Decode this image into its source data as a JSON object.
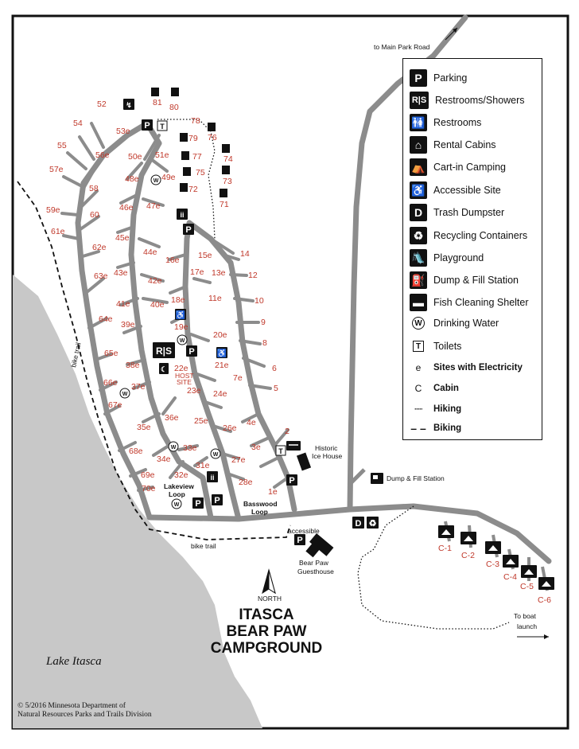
{
  "map": {
    "title_lines": [
      "ITASCA",
      "BEAR PAW",
      "CAMPGROUND"
    ],
    "north_label": "NORTH",
    "lake_label": "Lake Itasca",
    "copyright_lines": [
      "© 5/2016 Minnesota Department of",
      "Natural Resources Parks and Trails Division"
    ],
    "to_main_road": "to Main Park Road",
    "to_boat_launch_lines": [
      "To boat",
      "launch"
    ],
    "bike_trail_left": "bike trail",
    "bike_trail_bottom": "bike trail",
    "lakeview_loop": [
      "Lakeview",
      "Loop"
    ],
    "basswood_loop": [
      "Basswood",
      "Loop"
    ],
    "host_site": [
      "HOST",
      "SITE"
    ],
    "historic_ice_house": [
      "Historic",
      "Ice House"
    ],
    "dump_station": "Dump & Fill Station",
    "accessible": "accessible",
    "guesthouse": [
      "Bear Paw",
      "Guesthouse"
    ],
    "colors": {
      "road": "#8c8c8c",
      "lake": "#c8c8c8",
      "site_red": "#c0392b",
      "ink": "#111111"
    }
  },
  "legend": [
    {
      "icon": "P",
      "label": "Parking",
      "name": "parking-icon"
    },
    {
      "icon": "R|S",
      "label": "Restrooms/Showers",
      "name": "restrooms-showers-icon"
    },
    {
      "icon": "🚻",
      "label": "Restrooms",
      "name": "restrooms-icon"
    },
    {
      "icon": "⌂",
      "label": "Rental Cabins",
      "name": "rental-cabin-icon"
    },
    {
      "icon": "⛺",
      "label": "Cart-in Camping",
      "name": "cart-in-camping-icon"
    },
    {
      "icon": "♿",
      "label": "Accessible Site",
      "name": "accessible-site-icon"
    },
    {
      "icon": "D",
      "label": "Trash Dumpster",
      "name": "trash-dumpster-icon"
    },
    {
      "icon": "♻",
      "label": "Recycling Containers",
      "name": "recycling-icon"
    },
    {
      "icon": "🛝",
      "label": "Playground",
      "name": "playground-icon"
    },
    {
      "icon": "⛽",
      "label": "Dump & Fill Station",
      "name": "dump-fill-station-icon"
    },
    {
      "icon": "▬",
      "label": "Fish Cleaning Shelter",
      "name": "fish-cleaning-shelter-icon"
    },
    {
      "icon": "W",
      "label": "Drinking Water",
      "name": "drinking-water-icon"
    },
    {
      "icon": "T",
      "label": "Toilets",
      "name": "toilets-icon"
    },
    {
      "icon": "e",
      "label": "Sites with Electricity",
      "name": "electricity-icon"
    },
    {
      "icon": "C",
      "label": "Cabin",
      "name": "cabin-letter-icon"
    },
    {
      "icon": "·····",
      "label": "Hiking",
      "name": "hiking-line-icon"
    },
    {
      "icon": "– –",
      "label": "Biking",
      "name": "biking-line-icon"
    }
  ],
  "sites": [
    "52",
    "54",
    "55",
    "57e",
    "59e",
    "61e",
    "56e",
    "58",
    "60",
    "62e",
    "63e",
    "64e",
    "65e",
    "66e",
    "67e",
    "68e",
    "69e",
    "70e",
    "53e",
    "50e",
    "48e",
    "46e",
    "45e",
    "43e",
    "41e",
    "39e",
    "38e",
    "37e",
    "35e",
    "34e",
    "32e",
    "33e",
    "31e",
    "36e",
    "51e",
    "49e",
    "47e",
    "44e",
    "42e",
    "40e",
    "16e",
    "18e",
    "17e",
    "19e",
    "20e",
    "21e",
    "22e",
    "23e",
    "24e",
    "25e",
    "26e",
    "27e",
    "28e",
    "15e",
    "14",
    "13e",
    "12",
    "11e",
    "10",
    "9",
    "8",
    "7e",
    "6",
    "5",
    "4e",
    "3e",
    "2",
    "1e",
    "81",
    "80",
    "79",
    "78",
    "77",
    "76",
    "75",
    "74",
    "73",
    "72",
    "71",
    "C-1",
    "C-2",
    "C-3",
    "C-4",
    "C-5",
    "C-6"
  ]
}
